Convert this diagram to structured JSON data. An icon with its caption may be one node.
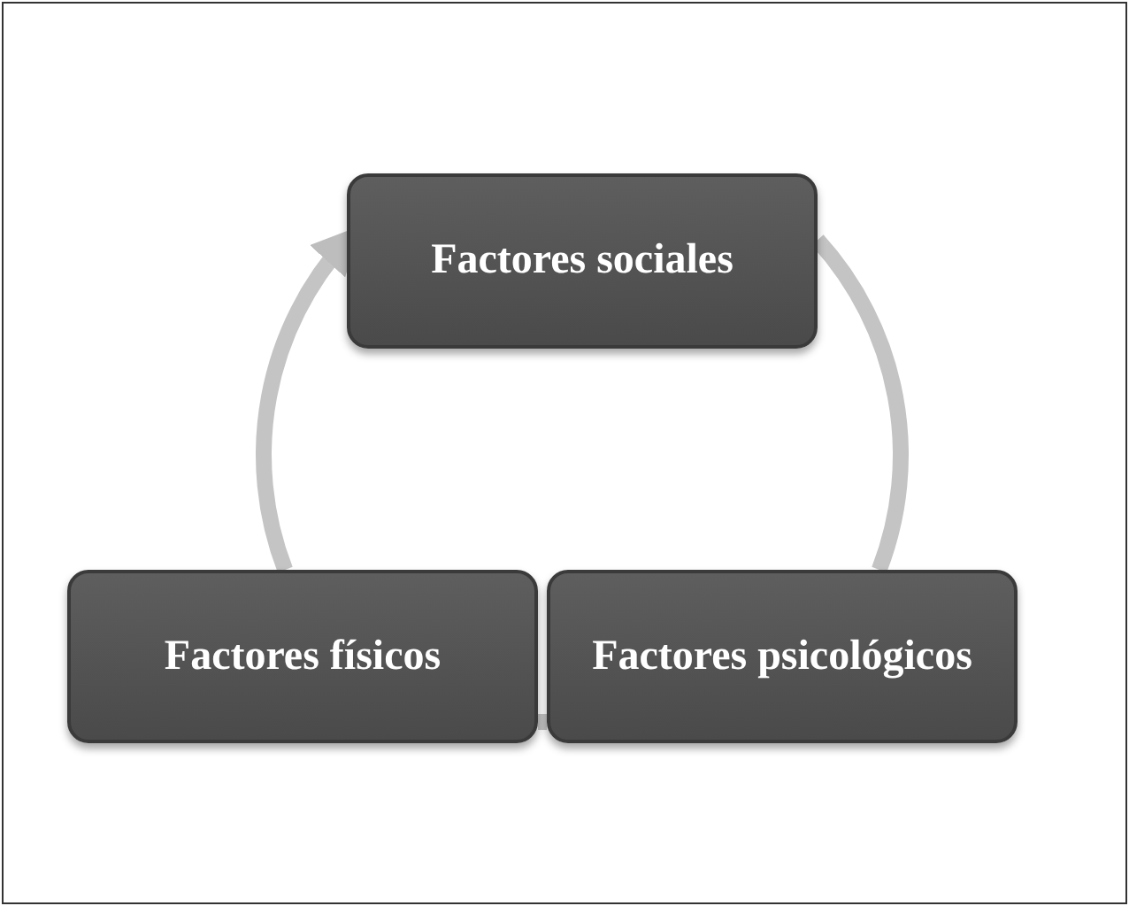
{
  "diagram": {
    "nodes": [
      {
        "text": [
          "Factores sociales"
        ]
      },
      {
        "text": [
          "Factores psicológicos"
        ]
      },
      {
        "text": [
          "Factores físicos"
        ]
      }
    ],
    "edges": [
      {
        "from": 2,
        "to": 0,
        "arrow": "to"
      },
      {
        "from": 0,
        "to": 1,
        "arrow": "none"
      },
      {
        "from": 1,
        "to": 2,
        "arrow": "none"
      }
    ]
  }
}
